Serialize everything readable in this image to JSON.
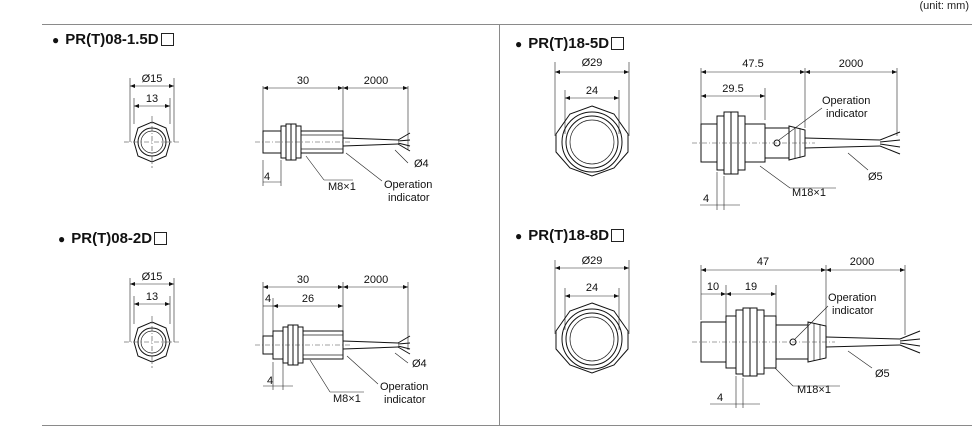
{
  "unit_note": "(unit: mm)",
  "sections": [
    {
      "title": "PR(T)08-1.5D",
      "front": {
        "outer": "Ø15",
        "inner": "13"
      },
      "side": {
        "body": "30",
        "cable": "2000",
        "nut": "4",
        "thread": "M8×1",
        "cable_dia": "Ø4",
        "indicator_1": "Operation",
        "indicator_2": "indicator"
      }
    },
    {
      "title": "PR(T)08-2D",
      "front": {
        "outer": "Ø15",
        "inner": "13"
      },
      "side": {
        "body": "30",
        "cable": "2000",
        "protrude": "4",
        "thread_len": "26",
        "nut": "4",
        "thread": "M8×1",
        "cable_dia": "Ø4",
        "indicator_1": "Operation",
        "indicator_2": "indicator"
      }
    },
    {
      "title": "PR(T)18-5D",
      "front": {
        "outer": "Ø29",
        "inner": "24"
      },
      "side": {
        "body": "47.5",
        "cable": "2000",
        "thread_len": "29.5",
        "nut": "4",
        "thread": "M18×1",
        "cable_dia": "Ø5",
        "indicator_1": "Operation",
        "indicator_2": "indicator"
      }
    },
    {
      "title": "PR(T)18-8D",
      "front": {
        "outer": "Ø29",
        "inner": "24"
      },
      "side": {
        "body": "47",
        "cable": "2000",
        "protrude": "10",
        "thread_len": "19",
        "nut": "4",
        "thread": "M18×1",
        "cable_dia": "Ø5",
        "indicator_1": "Operation",
        "indicator_2": "indicator"
      }
    }
  ]
}
